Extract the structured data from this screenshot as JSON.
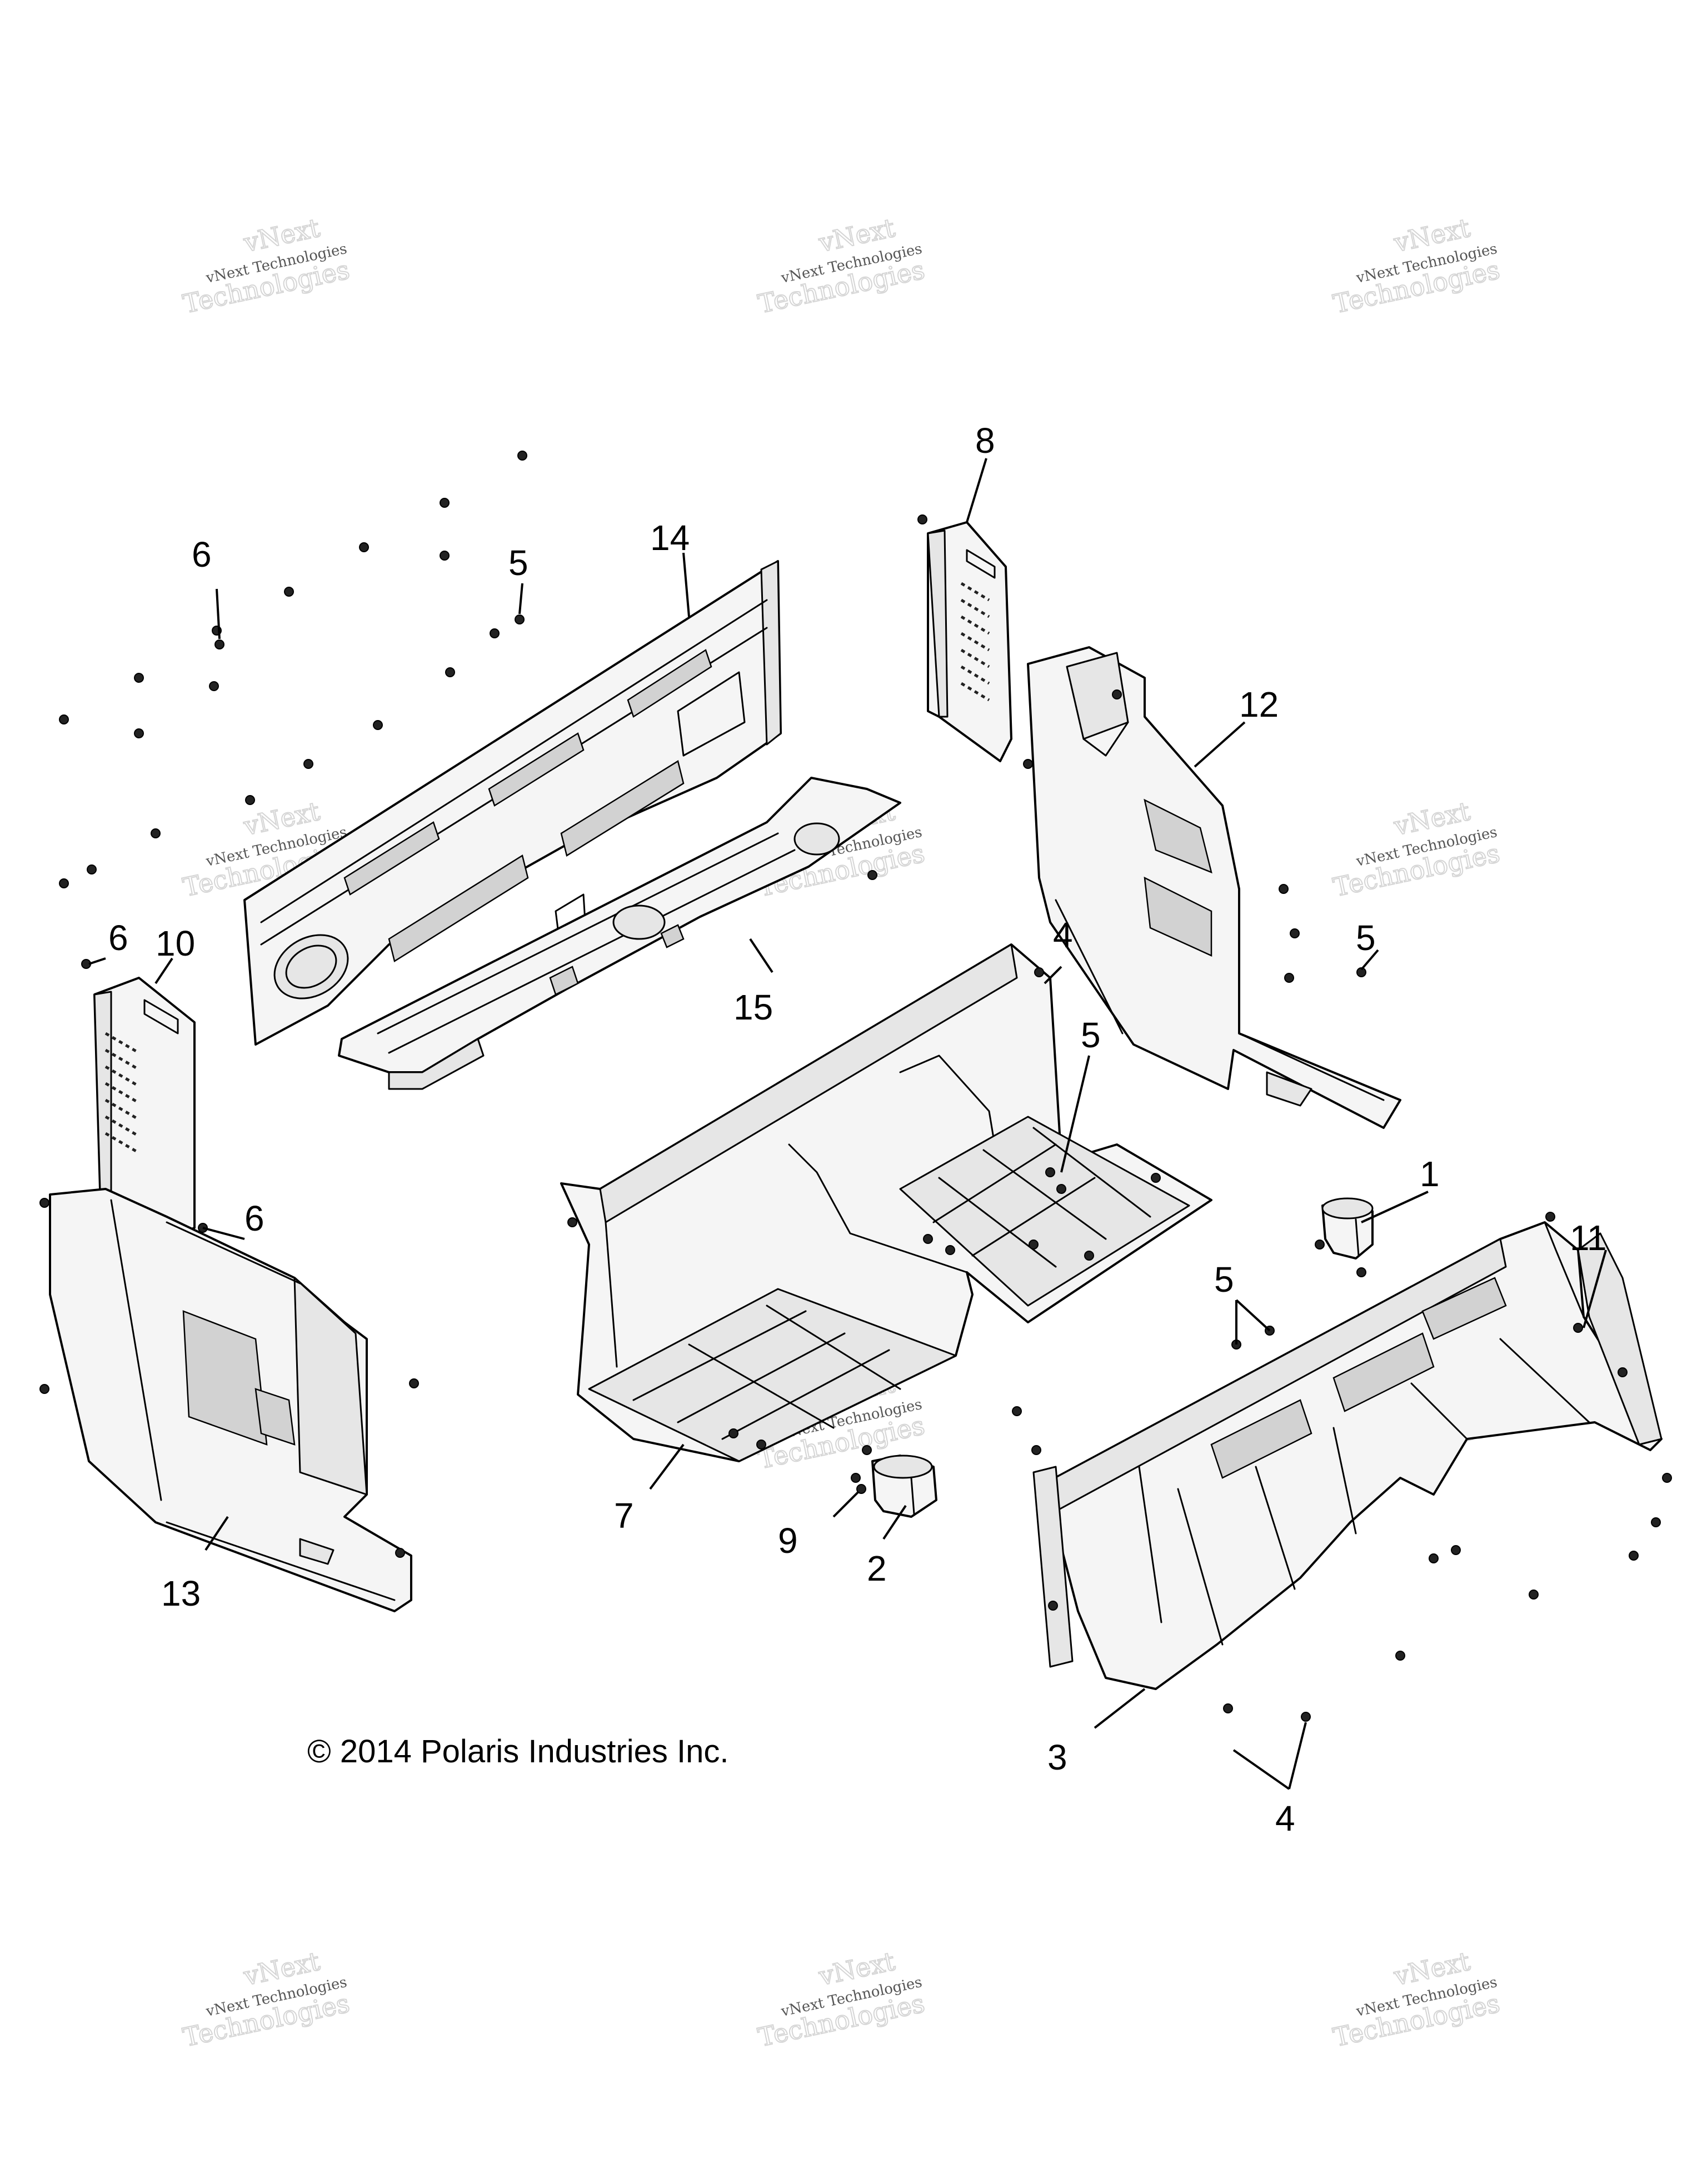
{
  "copyright": "© 2014 Polaris Industries Inc.",
  "watermark": {
    "brand": "vNext",
    "name": "vNext Technologies",
    "line2": "Technologies"
  },
  "callouts": [
    {
      "id": "1",
      "label": "1"
    },
    {
      "id": "2",
      "label": "2"
    },
    {
      "id": "3",
      "label": "3"
    },
    {
      "id": "4a",
      "label": "4"
    },
    {
      "id": "4b",
      "label": "4"
    },
    {
      "id": "5a",
      "label": "5"
    },
    {
      "id": "5b",
      "label": "5"
    },
    {
      "id": "5c",
      "label": "5"
    },
    {
      "id": "5d",
      "label": "5"
    },
    {
      "id": "6a",
      "label": "6"
    },
    {
      "id": "6b",
      "label": "6"
    },
    {
      "id": "6c",
      "label": "6"
    },
    {
      "id": "7",
      "label": "7"
    },
    {
      "id": "8",
      "label": "8"
    },
    {
      "id": "9",
      "label": "9"
    },
    {
      "id": "10",
      "label": "10"
    },
    {
      "id": "11",
      "label": "11"
    },
    {
      "id": "12",
      "label": "12"
    },
    {
      "id": "13",
      "label": "13"
    },
    {
      "id": "14",
      "label": "14"
    },
    {
      "id": "15",
      "label": "15"
    }
  ]
}
